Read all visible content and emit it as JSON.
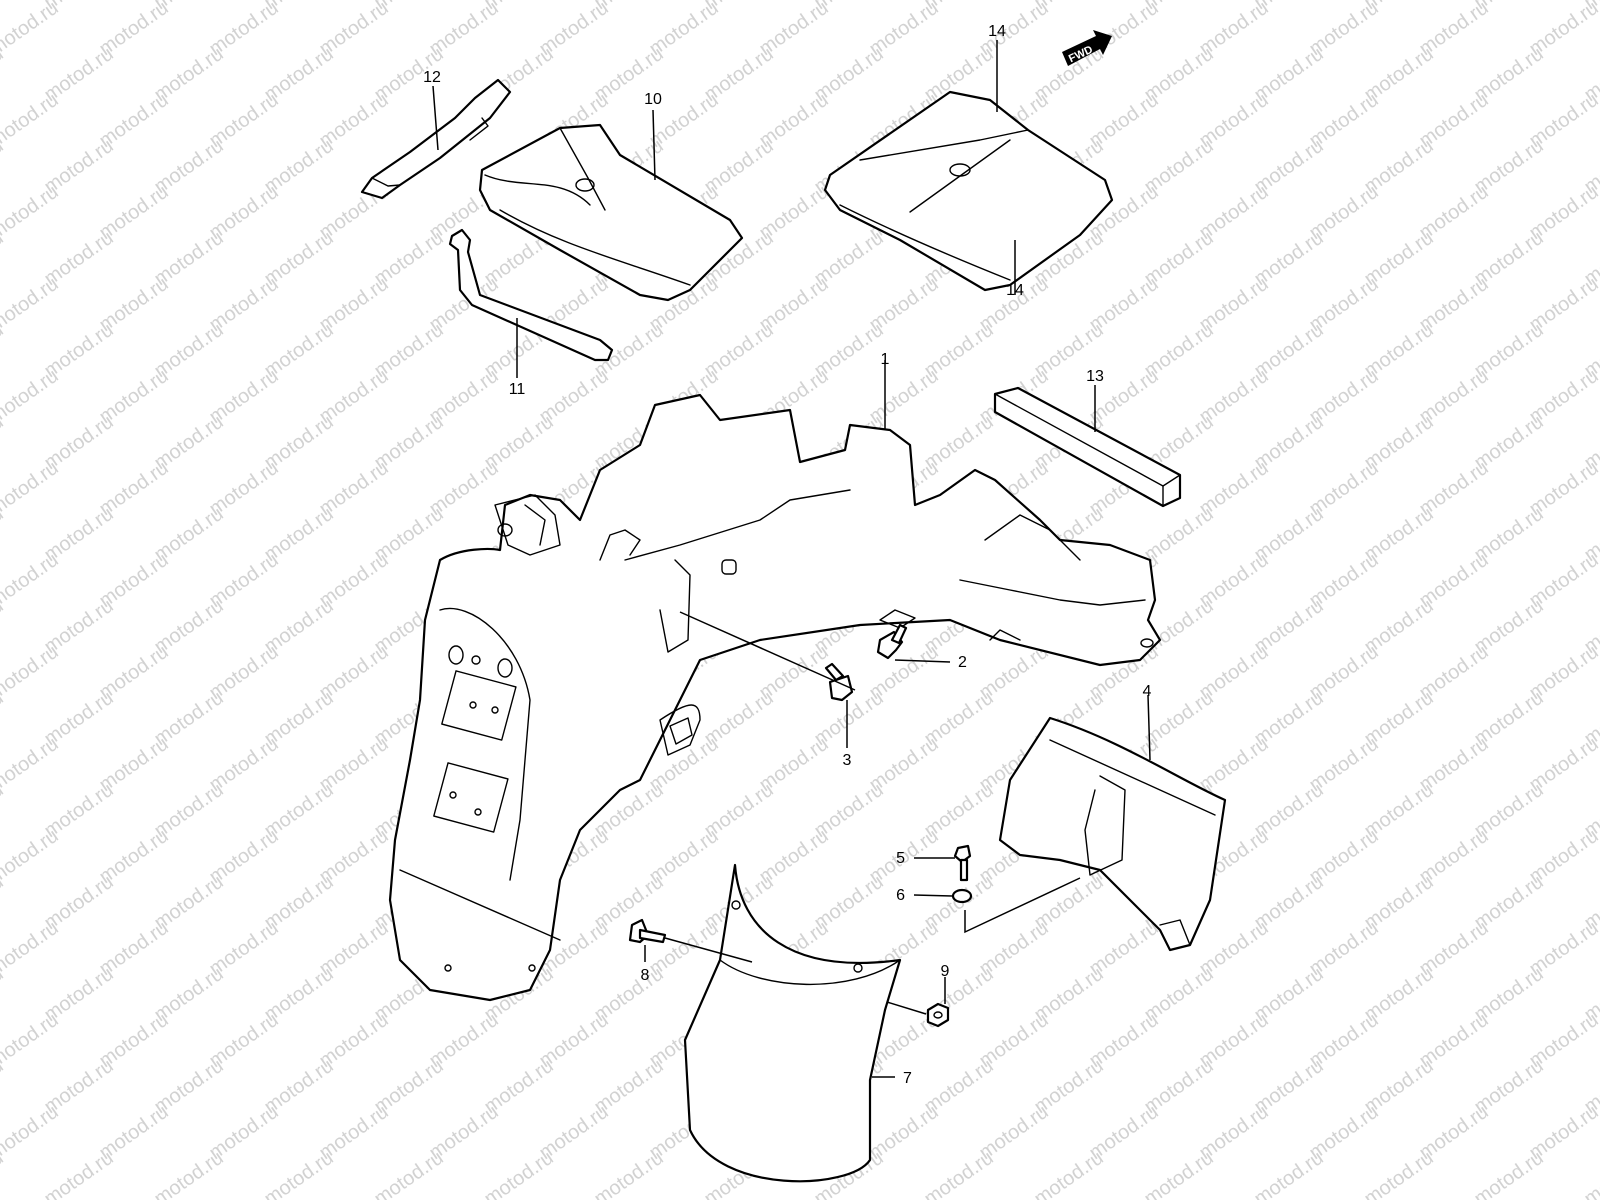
{
  "watermark": "motod.ru",
  "direction_badge": "FWD",
  "callouts": {
    "c1": "1",
    "c2": "2",
    "c3": "3",
    "c4": "4",
    "c5": "5",
    "c6": "6",
    "c7": "7",
    "c8": "8",
    "c9": "9",
    "c10": "10",
    "c11": "11",
    "c12": "12",
    "c13": "13",
    "c14": "14"
  },
  "colors": {
    "line": "#000000",
    "watermark": "#d2d2d2",
    "background": "#ffffff"
  }
}
